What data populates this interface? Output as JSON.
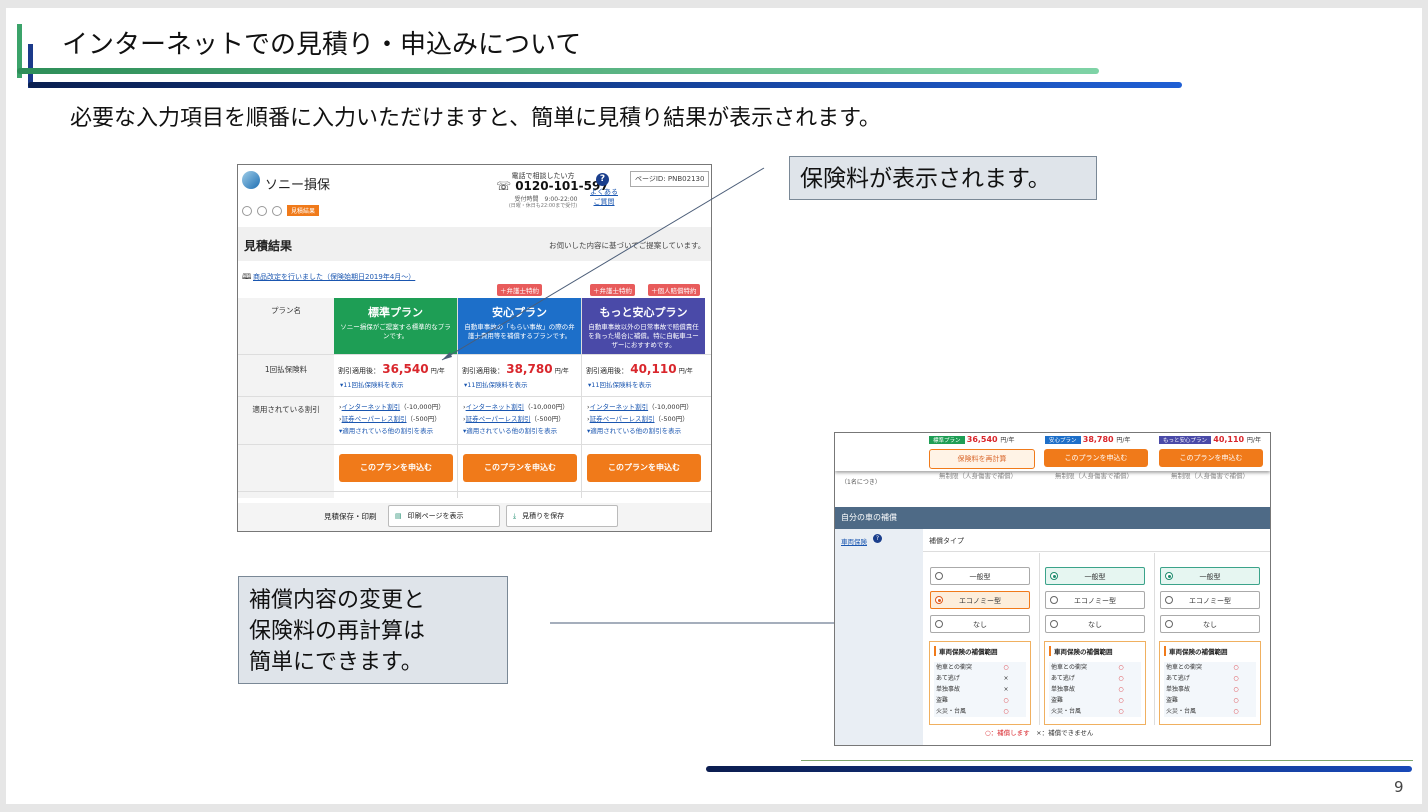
{
  "slide": {
    "title": "インターネットでの見積り・申込みについて",
    "subtitle": "必要な入力項目を順番に入力いただけますと、簡単に見積り結果が表示されます。",
    "callout_premium": "保険料が表示されます。",
    "callout_change": [
      "補償内容の変更と",
      "保険料の再計算は",
      "簡単にできます。"
    ],
    "page_number": "9"
  },
  "colors": {
    "standard": "#1e9e55",
    "anshin": "#1d6fc9",
    "motto": "#4a4aa8",
    "orange": "#f07a1a",
    "price_red": "#d9262c"
  },
  "quote_page": {
    "logo_text": "ソニー損保",
    "current_step": "見積結果",
    "phone_heading": "電話で相談したい方",
    "phone_number": "0120-101-597",
    "phone_hours": "受付時間　9:00-22:00",
    "phone_note": "(日曜・休日も22:00まで受付)",
    "faq": "よくある ご質問",
    "page_id": "ページID: PNB02130",
    "result_title": "見積結果",
    "result_note": "お伺いした内容に基づいてご提案しています。",
    "revision_link": "商品改定を行いました（保険始期日2019年4月～）",
    "tags": {
      "bengoshi": "＋弁護士特約",
      "kojin": "＋個人賠償特約"
    },
    "labels": {
      "plan_name": "プラン名",
      "premium": "1回払保険料",
      "discounts": "適用されている割引"
    },
    "plans": [
      {
        "name": "標準プラン",
        "desc": "ソニー損保がご提案する標準的なプランです。",
        "price_label": "割引適用後：",
        "price": "36,540",
        "unit": "円/年",
        "installment": "▾11回払保険料を表示",
        "discount1": "インターネット割引",
        "discount1_amt": "（-10,000円）",
        "discount2": "証券ペーパーレス割引",
        "discount2_amt": "（-500円）",
        "other": "▾適用されている他の割引を表示",
        "apply": "このプランを申込む"
      },
      {
        "name": "安心プラン",
        "desc": "自動車事故の「もらい事故」の際の弁護士費用等を補償するプランです。",
        "price_label": "割引適用後：",
        "price": "38,780",
        "unit": "円/年",
        "installment": "▾11回払保険料を表示",
        "discount1": "インターネット割引",
        "discount1_amt": "（-10,000円）",
        "discount2": "証券ペーパーレス割引",
        "discount2_amt": "（-500円）",
        "other": "▾適用されている他の割引を表示",
        "apply": "このプランを申込む"
      },
      {
        "name": "もっと安心プラン",
        "desc": "自動車事故以外の日常事故で賠償責任を負った場合に補償。特に自転車ユーザーにおすすめです。",
        "price_label": "割引適用後：",
        "price": "40,110",
        "unit": "円/年",
        "installment": "▾11回払保険料を表示",
        "discount1": "インターネット割引",
        "discount1_amt": "（-10,000円）",
        "discount2": "証券ペーパーレス割引",
        "discount2_amt": "（-500円）",
        "other": "▾適用されている他の割引を表示",
        "apply": "このプランを申込む"
      }
    ],
    "save_label": "見積保存・印刷",
    "print_button": "印刷ページを表示",
    "save_button": "見積りを保存"
  },
  "coverage_page": {
    "plans": [
      {
        "tag": "標準プラン",
        "price": "36,540",
        "unit": "円/年"
      },
      {
        "tag": "安心プラン",
        "price": "38,780",
        "unit": "円/年"
      },
      {
        "tag": "もっと安心プラン",
        "price": "40,110",
        "unit": "円/年"
      }
    ],
    "recalc_button": "保険料を再計算",
    "apply_button": "このプランを申込む",
    "partial_row": "（1名につき）",
    "partial_cells": "無制限（人身傷害で補償）",
    "section_title": "自分の車の補償",
    "row_label": "車両保険",
    "type_label": "補償タイプ",
    "options": [
      "一般型",
      "エコノミー型",
      "なし"
    ],
    "selected": [
      0,
      1,
      0
    ],
    "scope_title": "車両保険の補償範囲",
    "scope_items": [
      "他車との衝突",
      "あて逃げ",
      "単独事故",
      "盗難",
      "火災・台風"
    ],
    "scope_marks": [
      [
        "○",
        "×",
        "×",
        "○",
        "○"
      ],
      [
        "○",
        "○",
        "○",
        "○",
        "○"
      ],
      [
        "○",
        "○",
        "○",
        "○",
        "○"
      ]
    ],
    "legend_covered": "○：補償します",
    "legend_not": "×：補償できません"
  }
}
